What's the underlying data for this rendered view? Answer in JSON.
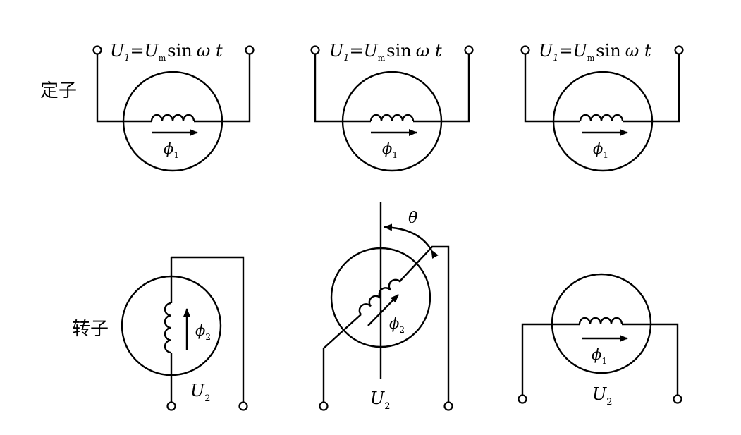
{
  "labels": {
    "stator": "定子",
    "rotor": "转子"
  },
  "supply": {
    "U": "U",
    "sub1": "1",
    "eq": "=",
    "Um": "U",
    "sub_m": "m",
    "sin": "sin",
    "omega_t": "ω t"
  },
  "flux": {
    "phi": "ϕ",
    "sub1": "1",
    "sub2": "2"
  },
  "output": {
    "U": "U",
    "sub2": "2"
  },
  "angle": "θ",
  "colors": {
    "stroke": "#000000",
    "background": "#ffffff"
  }
}
